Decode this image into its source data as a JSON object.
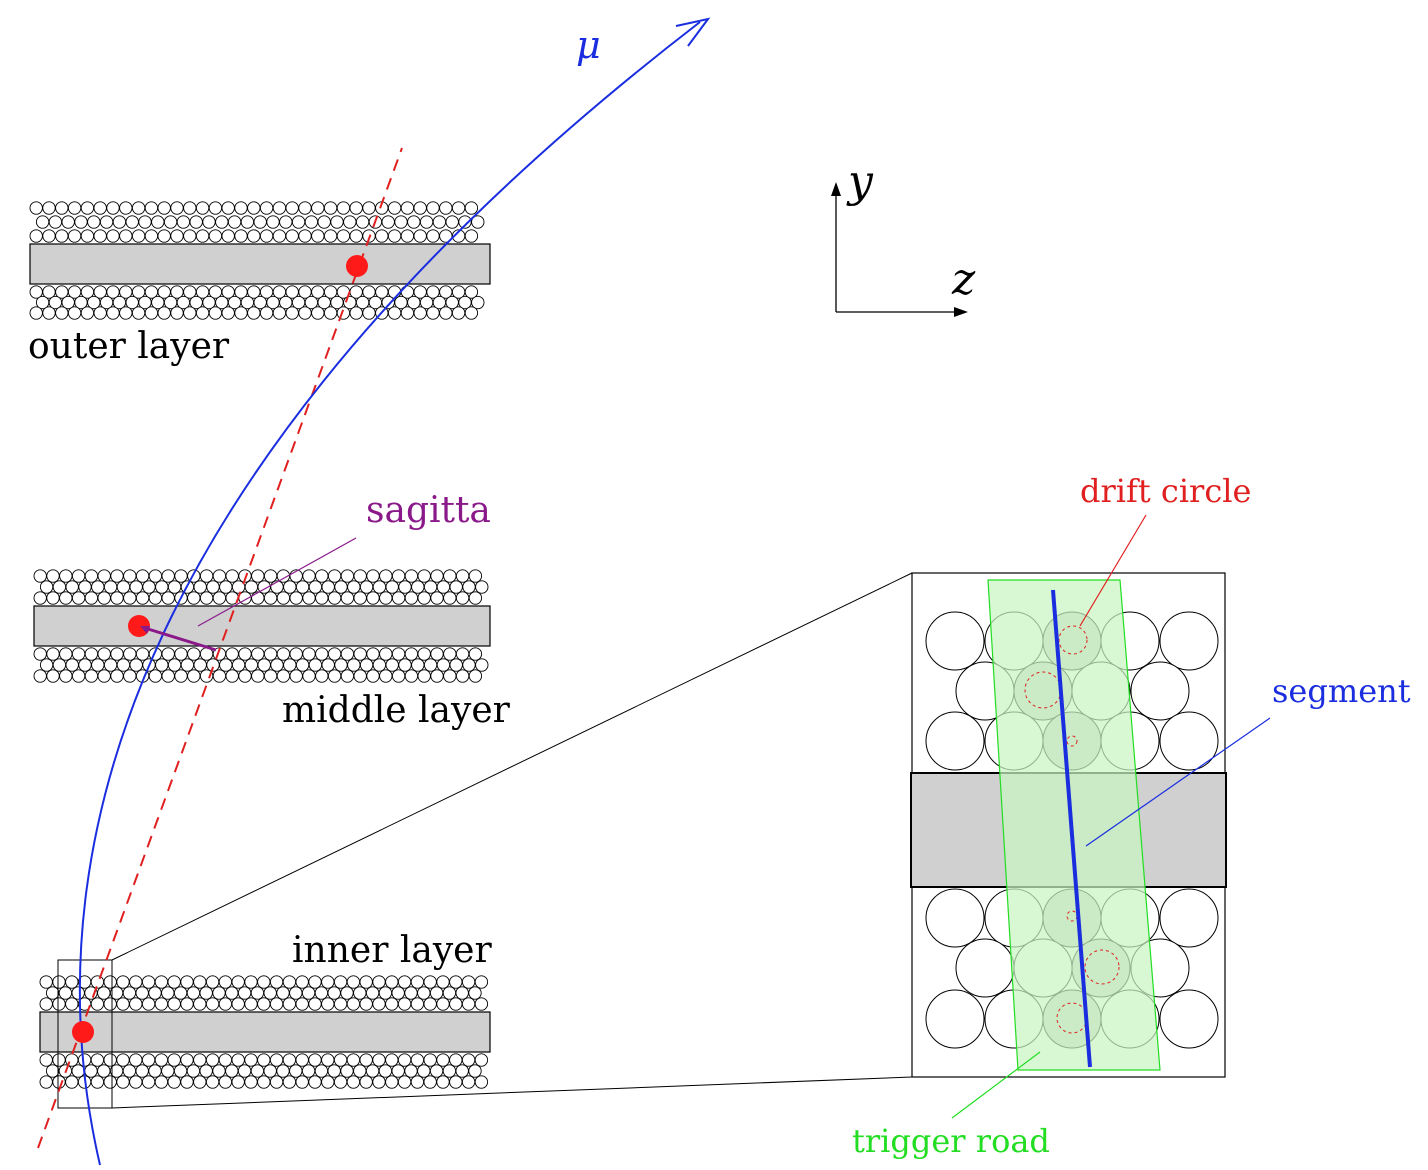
{
  "labels": {
    "muon": "μ",
    "axis_y": "y",
    "axis_z": "z",
    "outer_layer": "outer layer",
    "middle_layer": "middle layer",
    "inner_layer": "inner layer",
    "sagitta": "sagitta",
    "drift_circle": "drift circle",
    "segment": "segment",
    "trigger_road": "trigger road"
  },
  "colors": {
    "muon_track": "#1a2ee0",
    "straight_line": "#e02020",
    "hit": "#ff1a1a",
    "sagitta": "#8a1a8a",
    "drift_circle": "#e02020",
    "segment": "#1a2ee0",
    "trigger_road_fill": "#c8f5c0",
    "trigger_road_stroke": "#22dd22",
    "trigger_road_label": "#22dd22",
    "chamber_spacer": "#d0d0d0",
    "tube_hit_fill": "#cfcfcf"
  },
  "icons": {
    "muon_arrow": "arrow-head-icon",
    "axis_arrows": "axis-arrow-icon"
  }
}
